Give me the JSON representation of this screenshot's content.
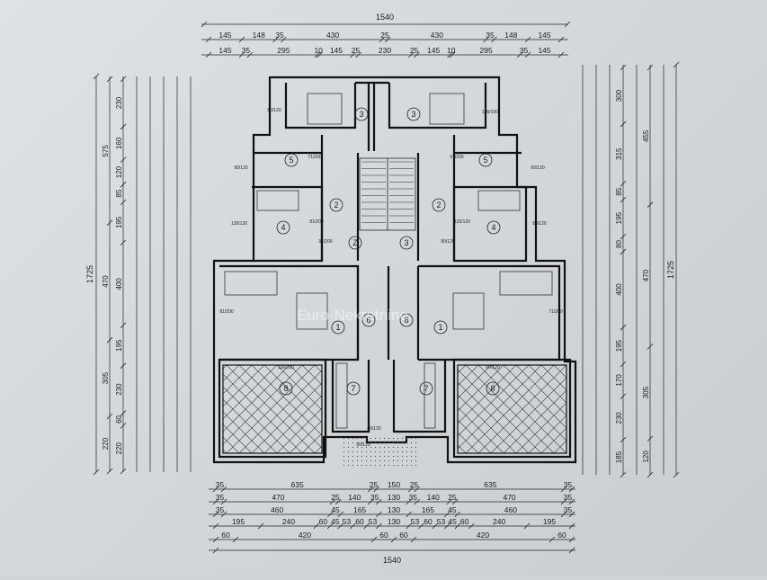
{
  "dimensions": {
    "top_total": "1540",
    "top_row1": [
      "145",
      "148",
      "35",
      "430",
      "25",
      "430",
      "35",
      "148",
      "145"
    ],
    "top_row2": [
      "145",
      "35",
      "295",
      "10",
      "145",
      "25",
      "230",
      "25",
      "145",
      "10",
      "295",
      "35",
      "145"
    ],
    "bottom_total": "1540",
    "bottom_row1": [
      "35",
      "635",
      "25",
      "150",
      "25",
      "635",
      "35"
    ],
    "bottom_row2": [
      "35",
      "470",
      "25",
      "140",
      "35",
      "130",
      "35",
      "140",
      "25",
      "470",
      "35"
    ],
    "bottom_row3": [
      "35",
      "460",
      "45",
      "165",
      "130",
      "165",
      "45",
      "460",
      "35"
    ],
    "bottom_row4": [
      "195",
      "240",
      "60",
      "45",
      "53",
      "60",
      "53",
      "130",
      "53",
      "60",
      "53",
      "45",
      "60",
      "240",
      "195"
    ],
    "bottom_row5": [
      "60",
      "420",
      "60",
      "60",
      "420",
      "60"
    ],
    "left_total": "1725",
    "left_mid": [
      "575",
      "470",
      "305",
      "220"
    ],
    "left_inner": [
      "230",
      "160",
      "120",
      "85",
      "195",
      "400",
      "195",
      "230",
      "60",
      "220"
    ],
    "right_total": "1725",
    "right_mid": [
      "455",
      "470",
      "305",
      "120"
    ],
    "right_inner": [
      "300",
      "315",
      "85",
      "195",
      "80",
      "400",
      "195",
      "170",
      "230",
      "185"
    ]
  },
  "rooms": {
    "left": [
      "3",
      "5",
      "2",
      "4",
      "1",
      "8",
      "7",
      "6",
      "Z"
    ],
    "right": [
      "3",
      "5",
      "2",
      "4",
      "1",
      "8",
      "7",
      "6",
      "3"
    ]
  },
  "openings": [
    "80/120",
    "90/120",
    "120/120",
    "91/200",
    "81/200",
    "71/200",
    "100/100",
    "60/120"
  ],
  "watermark": "Euro-Nekretnine"
}
